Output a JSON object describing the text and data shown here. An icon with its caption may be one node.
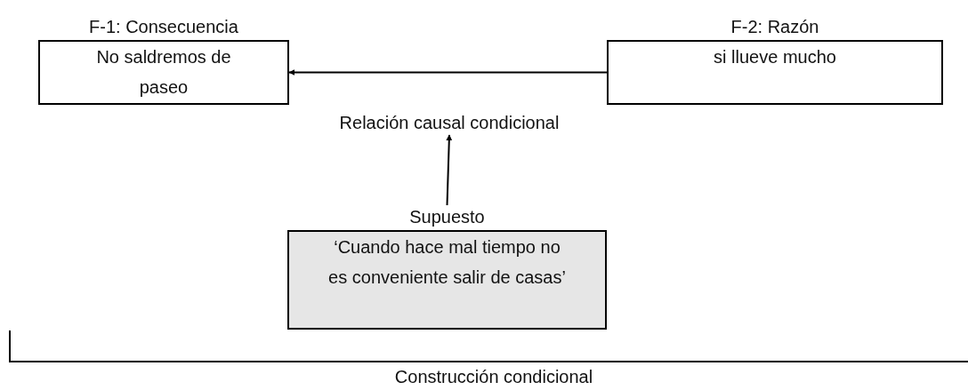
{
  "diagram": {
    "nodes": [
      {
        "text": [
          "F-1: Consecuencia",
          "No saldremos de paseo"
        ]
      },
      {
        "text": [
          "F-2: Razón",
          "si llueve mucho"
        ]
      },
      {
        "text": [
          "Relación causal condicional"
        ]
      },
      {
        "text": [
          "Supuesto",
          "‘Cuando hace mal tiempo no es conveniente salir de casas’"
        ]
      }
    ],
    "edges": [
      {
        "from": 1,
        "to": 0,
        "arrow": "to"
      },
      {
        "from": 3,
        "to": 2,
        "arrow": "to"
      }
    ],
    "labels": [
      "Construcción condicional"
    ]
  }
}
